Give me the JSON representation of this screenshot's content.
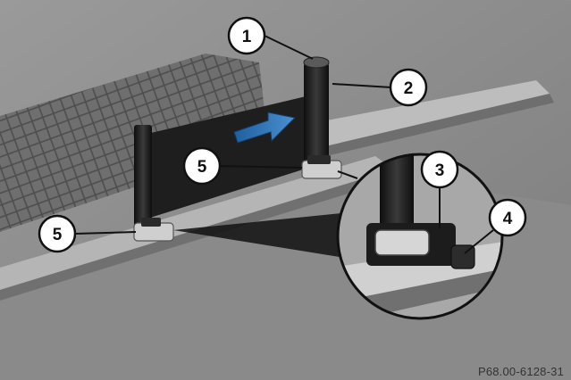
{
  "callouts": {
    "c1": "1",
    "c2": "2",
    "c3": "3",
    "c4": "4",
    "c5a": "5",
    "c5b": "5"
  },
  "reference_code": "P68.00-6128-31",
  "colors": {
    "background": "#8c8c8c",
    "arrow": "#2e6fb0",
    "net_panel": "#1e1e1e",
    "callout_fill": "#ffffff",
    "callout_stroke": "#111111"
  }
}
